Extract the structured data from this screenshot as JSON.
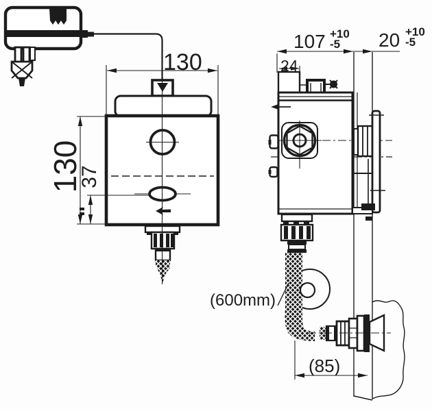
{
  "dims": {
    "front_width": "130",
    "front_height": "130",
    "button_offset": "37",
    "mount_depth": "107",
    "mount_depth_tol_plus": "+10",
    "mount_depth_tol_minus": "-5",
    "wall_thickness": "20",
    "wall_thickness_tol_plus": "+10",
    "wall_thickness_tol_minus": "-5",
    "top_bracket_depth": "24",
    "hose_length": "(600mm)",
    "inlet_setback": "(85)"
  },
  "colors": {
    "line": "#1c1c1c",
    "background": "#fdfdfd"
  }
}
